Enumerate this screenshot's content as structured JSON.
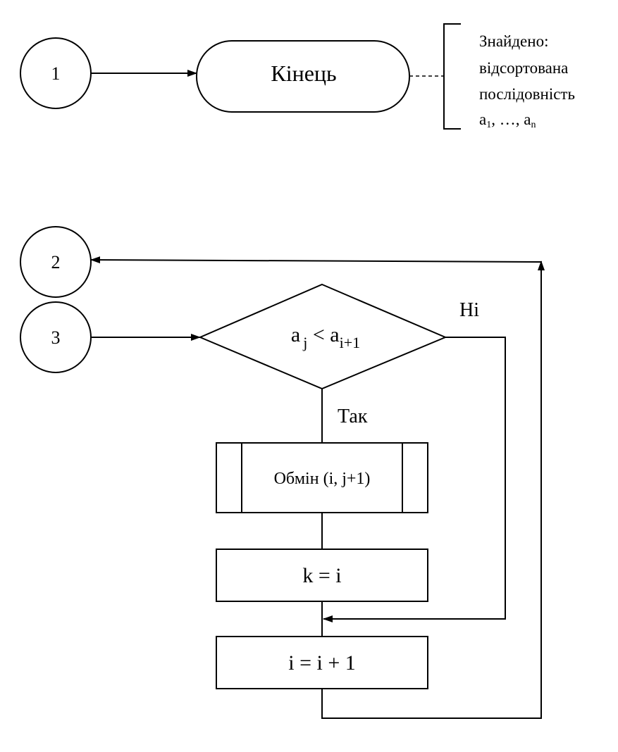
{
  "connectors": {
    "c1": "1",
    "c2": "2",
    "c3": "3"
  },
  "terminal": {
    "label": "Кінець"
  },
  "annotation": {
    "line1": "Знайдено:",
    "line2": "відсортована",
    "line3": "послідовність",
    "line4_a1": "a",
    "line4_sub1": "1",
    "line4_mid": ", …, a",
    "line4_subn": "n"
  },
  "decision": {
    "a_left": "a",
    "sub_left": "j",
    "op": " < a",
    "sub_right": "i+1",
    "yes_label": "Так",
    "no_label": "Ні"
  },
  "subprocess": {
    "label": "Обмін (i, j+1)"
  },
  "process_k": {
    "label": "k = i"
  },
  "process_i": {
    "label": "i = i + 1"
  }
}
